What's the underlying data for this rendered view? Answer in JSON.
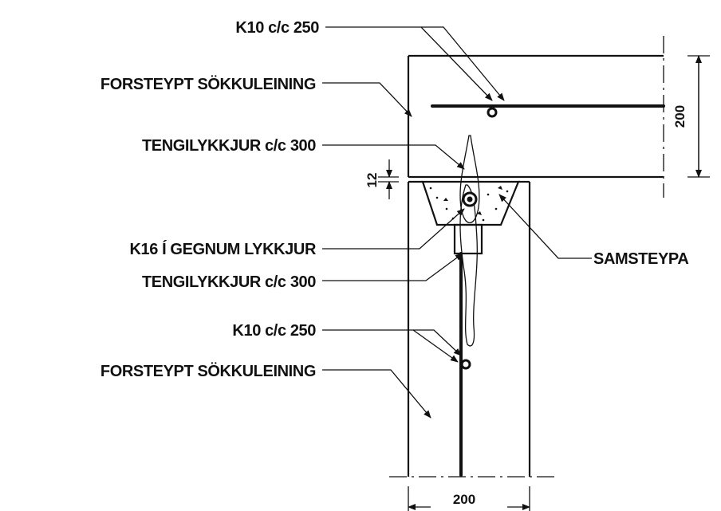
{
  "labels": {
    "k10_top": "K10 c/c 250",
    "forsteypt_top": "FORSTEYPT SÖKKULEINING",
    "tengilykkjur_top": "TENGILYKKJUR c/c 300",
    "k16": "K16 Í GEGNUM LYKKJUR",
    "tengilykkjur_bottom": "TENGILYKKJUR c/c 300",
    "k10_bottom": "K10 c/c 250",
    "forsteypt_bottom": "FORSTEYPT SÖKKULEINING",
    "samsteypa": "SAMSTEYPA"
  },
  "dimensions": {
    "slab_thickness": "200",
    "joint_gap": "12",
    "wall_width": "200"
  },
  "colors": {
    "ink": "#111111",
    "background": "#ffffff"
  }
}
